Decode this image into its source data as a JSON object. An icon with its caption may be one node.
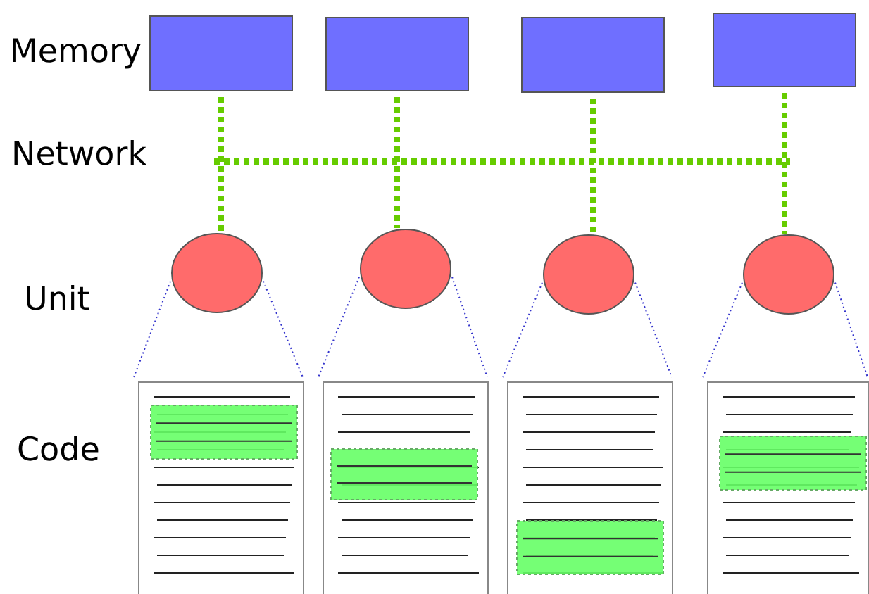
{
  "diagram": {
    "nodes": [
      {
        "text": [],
        "shape": "box"
      },
      {
        "text": [],
        "shape": "box"
      },
      {
        "text": [],
        "shape": "box"
      },
      {
        "text": [],
        "shape": "box"
      },
      {
        "text": [],
        "shape": "circle"
      },
      {
        "text": [],
        "shape": "circle"
      },
      {
        "text": [],
        "shape": "circle"
      },
      {
        "text": [],
        "shape": "circle"
      },
      {
        "text": [],
        "shape": "picture"
      },
      {
        "text": [],
        "shape": "picture"
      },
      {
        "text": [],
        "shape": "picture"
      },
      {
        "text": [],
        "shape": "picture"
      }
    ],
    "edges": [
      {
        "from": 0,
        "to": 4,
        "arrow": "none",
        "style": "dashed",
        "color": "#66cc00"
      },
      {
        "from": 1,
        "to": 5,
        "arrow": "none",
        "style": "dashed",
        "color": "#66cc00"
      },
      {
        "from": 2,
        "to": 6,
        "arrow": "none",
        "style": "dashed",
        "color": "#66cc00"
      },
      {
        "from": 3,
        "to": 7,
        "arrow": "none",
        "style": "dashed",
        "color": "#66cc00"
      },
      {
        "from": 4,
        "to": 8,
        "arrow": "none",
        "style": "dashed",
        "color": "#3333cc"
      },
      {
        "from": 5,
        "to": 9,
        "arrow": "none",
        "style": "dashed",
        "color": "#3333cc"
      },
      {
        "from": 6,
        "to": 10,
        "arrow": "none",
        "style": "dashed",
        "color": "#3333cc"
      },
      {
        "from": 7,
        "to": 11,
        "arrow": "none",
        "style": "dashed",
        "color": "#3333cc"
      }
    ],
    "labels": [
      "Memory",
      "Network",
      "Unit",
      "Code"
    ]
  }
}
